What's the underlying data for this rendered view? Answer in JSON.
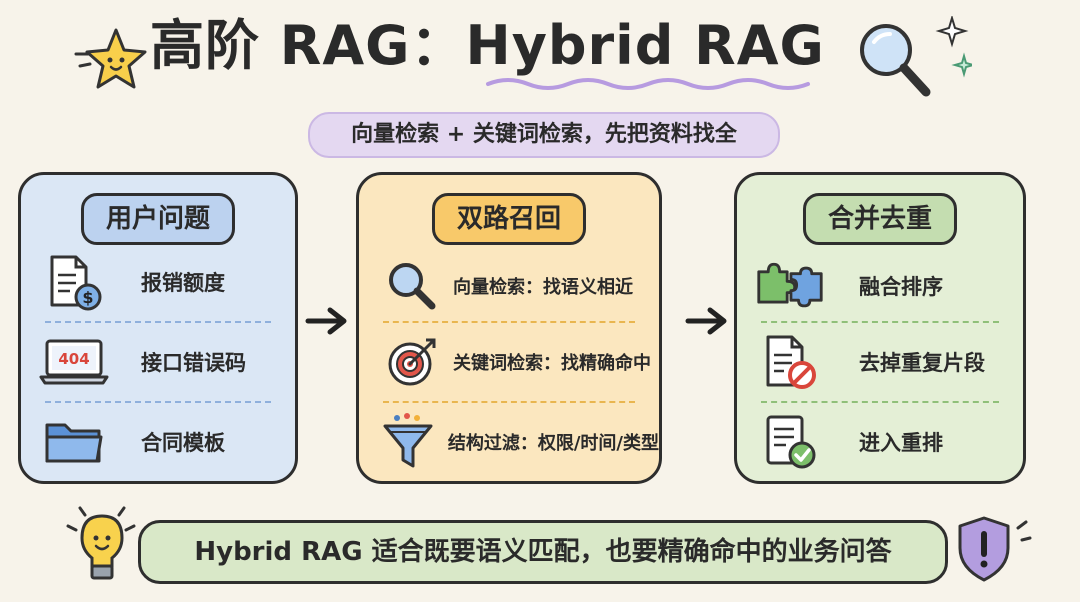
{
  "title": {
    "prefix": "高阶 RAG：",
    "highlight": "Hybrid RAG"
  },
  "subtitle": "向量检索 + 关键词检索，先把资料找全",
  "panels": {
    "left": {
      "tag": "用户问题",
      "items": [
        {
          "label": "报销额度",
          "icon": "invoice-icon"
        },
        {
          "label": "接口错误码",
          "icon": "laptop-404-icon",
          "screen_text": "404"
        },
        {
          "label": "合同模板",
          "icon": "folder-icon"
        }
      ]
    },
    "middle": {
      "tag": "双路召回",
      "items": [
        {
          "label": "向量检索：找语义相近",
          "icon": "magnifier-icon"
        },
        {
          "label": "关键词检索：找精确命中",
          "icon": "target-icon"
        },
        {
          "label": "结构过滤：权限/时间/类型",
          "icon": "funnel-icon"
        }
      ]
    },
    "right": {
      "tag": "合并去重",
      "items": [
        {
          "label": "融合排序",
          "icon": "puzzle-icon"
        },
        {
          "label": "去掉重复片段",
          "icon": "document-remove-icon"
        },
        {
          "label": "进入重排",
          "icon": "checklist-icon"
        }
      ]
    }
  },
  "banner": "Hybrid RAG 适合既要语义匹配，也要精确命中的业务问答",
  "colors": {
    "blue_panel": "#dbe7f5",
    "yellow_panel": "#fbe7bf",
    "green_panel": "#e4efd6",
    "purple_pill": "#e4d8f1",
    "banner": "#d9e8c8"
  }
}
